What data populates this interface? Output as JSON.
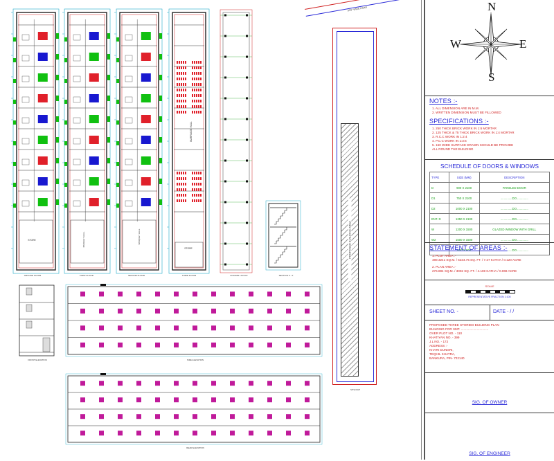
{
  "compass": {
    "n": "N",
    "s": "S",
    "e": "E",
    "w": "W"
  },
  "notes": {
    "heading": "NOTES :-",
    "items": [
      "1. ALL DIMENSION ARE IN M.M.",
      "2. WRITTEN DIMENSION MUST BE FILLOWED"
    ]
  },
  "specifications": {
    "heading": "SPECIFICATIONS :-",
    "items": [
      "1. 250 THICK BRICK WORK IN 1:6 MORTAR",
      "2. 125 THICK & 75 THICK BRICK WORK IN 1:4 MORTAR",
      "3. R.C.C WORK IN 1:2:4",
      "4. P.C.C WORK IN 1:3:6",
      "5. 150 WIDE SURFACE DRAWN SHOULD BE PROVIDE",
      "ALL ROUND THE BUILDING"
    ]
  },
  "schedule": {
    "title": "SCHEDULE OF DOORS & WINDOWS",
    "headers": [
      "TYPE",
      "SIZE (MM)",
      "DESCRIPTION"
    ],
    "rows": [
      [
        "D",
        "900 X 2100",
        "PANELED DOOR"
      ],
      [
        "D1",
        "750 X 2100",
        "..............DO.............."
      ],
      [
        "D2",
        "1000 X 2100",
        "..............DO.............."
      ],
      [
        "ENT. D",
        "1350 X 2100",
        "..............DO.............."
      ],
      [
        "W",
        "1200 X 1500",
        "GLAZED WINDOW WITH GRILL"
      ],
      [
        "W2",
        "1500 X 1500",
        "..............DO.............."
      ],
      [
        "V",
        "600 X 600",
        "..............DO.............."
      ]
    ]
  },
  "areas": {
    "heading": "STATEMENT OF AREAS :-",
    "items": [
      "1. PLOT AREA :-",
      "489.3241 SQ.M. / 5234.75 SQ. FT. / 7.27 KATHA / 0.120 ACRE",
      "2. PLAN AREA :-",
      "276.894 SQ.M. / 3002 SQ. FT. / 4.169 KATHA / 0.069 ACRE"
    ]
  },
  "scale": {
    "label": "SCALE",
    "fraction": "REPRESENTATIVE FRACTION 1:100"
  },
  "sheet": {
    "no": "SHEET NO. -",
    "date": "DATE -   /   /"
  },
  "project": {
    "lines": [
      "PROPOSED THREE STORIED BUILDING PLAN",
      "BUILDING FOR SMT. ...............................",
      "OVER PLOT NO. - 110",
      "KHATIYAN NO. - 399",
      "J.L NO. - 172",
      "ADDRESS :-",
      "KHARI DUNGRI,",
      "TEQHIL KHATRA,",
      "BANKURA, PIN- 722140"
    ]
  },
  "sig": {
    "owner": "SIG. OF OWNER",
    "engineer": "SIG. OF ENGINEER"
  },
  "drawings": {
    "road": "30'0\" WIDE ROAD",
    "proposed": "PROPOSED BUILDING AREA",
    "site": "SITE MAP",
    "ground": "GROUND FLOOR",
    "first": "FIRST FLOOR",
    "second": "SECOND FLOOR",
    "third": "THIRD FLOOR",
    "column": "COLUMN LAYOUT",
    "section": "SECTION X - X",
    "front": "FRONT ELEVATION",
    "side": "SIDE ELEVATION",
    "rear": "REAR ELEVATION",
    "marriage": "MARRIAGE HALL",
    "store": "STORE",
    "store2": "STORE",
    "stairs": "STAIRS",
    "banquet": "BANQUET HALL",
    "banquet2": "BANQUET HALL"
  },
  "colors": {
    "wall": "#d02020",
    "window": "#c01a9a",
    "room_red": "#e0202a",
    "room_blue": "#1818d0",
    "room_green": "#10c010",
    "dim": "#1aa8c8"
  }
}
